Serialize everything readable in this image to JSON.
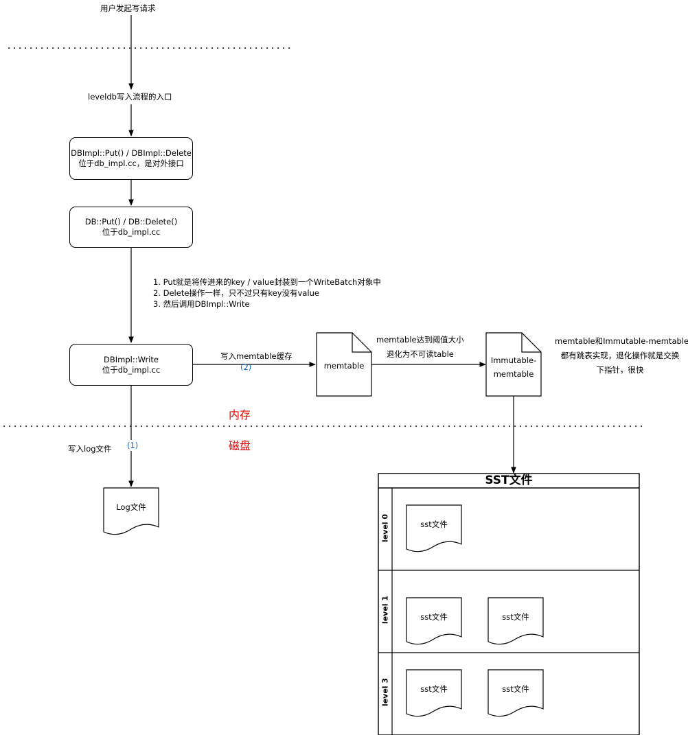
{
  "top_label": "用户发起写请求",
  "entry_label": "leveldb写入流程的入口",
  "box_put_delete": [
    "DBImpl::Put() / DBImpl::Delete",
    "位于db_impl.cc，是对外接口"
  ],
  "box_db_put": [
    "DB::Put() / DB::Delete()",
    "位于db_impl.cc"
  ],
  "notes": [
    "1. Put就是将传进来的key / value封装到一个WriteBatch对象中",
    "2. Delete操作一样，只不过只有key没有value",
    "3. 然后调用DBImpl::Write"
  ],
  "box_write": [
    "DBImpl::Write",
    "位于db_impl.cc"
  ],
  "edge_write_memtable": "写入memtable缓存",
  "step2": "(2)",
  "memtable_doc": "memtable",
  "edge_memtable_immutable": [
    "memtable达到阈值大小",
    "退化为不可读table"
  ],
  "immutable_doc": [
    "Immutable-",
    "memtable"
  ],
  "right_note": [
    "memtable和Immutable-memtable",
    "都有跳表实现，退化操作就是交换",
    "下指针，很快"
  ],
  "memory_label": "内存",
  "disk_label": "磁盘",
  "log_edge_label": "写入log文件",
  "step1": "(1)",
  "log_doc": "Log文件",
  "sst_title": "SST文件",
  "levels": [
    {
      "name": "level 0",
      "files": [
        "sst文件"
      ]
    },
    {
      "name": "level 1",
      "files": [
        "sst文件",
        "sst文件"
      ]
    },
    {
      "name": "level 3",
      "files": [
        "sst文件",
        "sst文件"
      ]
    }
  ]
}
